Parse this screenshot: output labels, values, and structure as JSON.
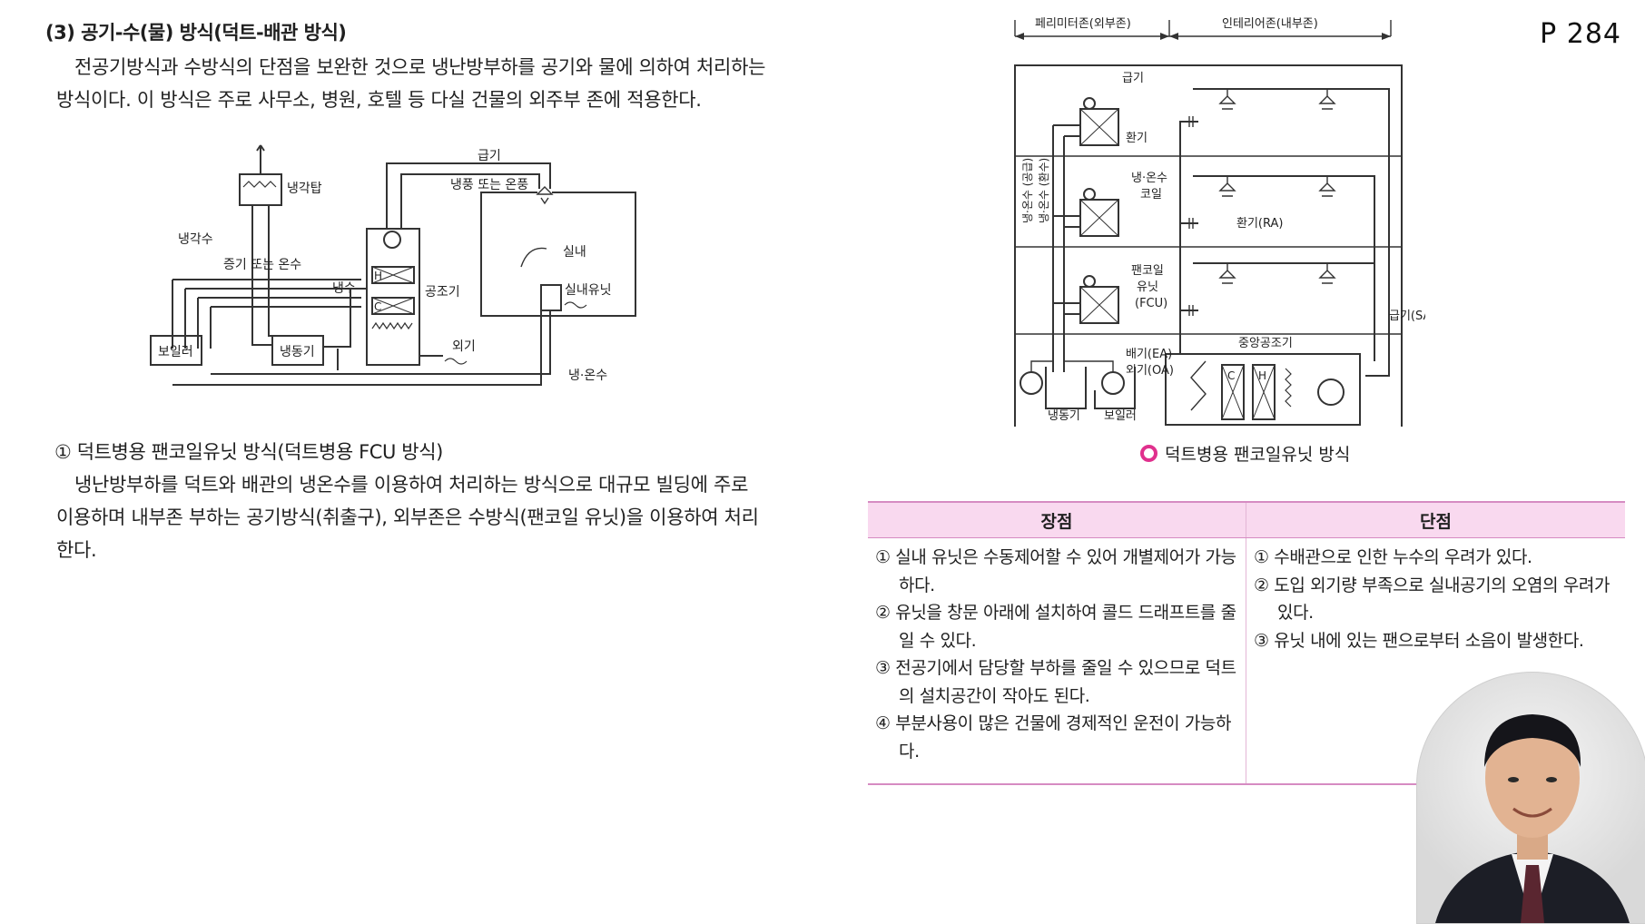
{
  "page_number": "P 284",
  "section": {
    "title": "(3) 공기-수(물) 방식(덕트-배관 방식)",
    "paragraph": [
      "전공기방식과 수방식의 단점을 보완한 것으로 냉난방부하를 공기와 물에 의하여 처리하는",
      "방식이다. 이 방식은 주로 사무소, 병원, 호텔 등 다실 건물의 외주부 존에 적용한다."
    ]
  },
  "diagram1": {
    "labels": {
      "cooling_tower": "냉각탑",
      "cooling_water": "냉각수",
      "steam_or_hot_water": "증기 또는 온수",
      "supply_air": "급기",
      "cool_or_warm_air": "냉풍 또는 온풍",
      "room": "실내",
      "indoor_unit": "실내유닛",
      "ahu": "공조기",
      "chilled_water": "냉수",
      "boiler": "보일러",
      "chiller": "냉동기",
      "outdoor_air": "외기",
      "chilled_hot_water": "냉·온수",
      "coil_c": "C",
      "coil_h": "H"
    }
  },
  "subsection": {
    "title": "① 덕트병용 팬코일유닛 방식(덕트병용 FCU 방식)",
    "paragraph": [
      "냉난방부하를 덕트와 배관의 냉온수를 이용하여 처리하는 방식으로 대규모 빌딩에 주로",
      "이용하며 내부존 부하는 공기방식(취출구), 외부존은 수방식(팬코일 유닛)을 이용하여 처리",
      "한다."
    ]
  },
  "diagram2": {
    "labels": {
      "perimeter_zone": "페리미터존(외부존)",
      "interior_zone": "인테리어존(내부존)",
      "supply": "급기",
      "ventilation": "환기",
      "coil": "냉·온수\n코일",
      "return_ra": "환기(RA)",
      "fcu": "팬코일\n유닛\n(FCU)",
      "supply_sa": "급기(SA)",
      "central_ahu": "중앙공조기",
      "exhaust_ea": "배기(EA)",
      "outdoor_oa": "외기(OA)",
      "chiller": "냉동기",
      "boiler": "보일러",
      "supply_water": "냉·온수 (공급)",
      "return_water": "냉·온수 (환수)",
      "coil_c": "C",
      "coil_h": "H"
    },
    "caption": "덕트병용 팬코일유닛 방식"
  },
  "comparison_table": {
    "headers": [
      "장점",
      "단점"
    ],
    "advantages": [
      "① 실내 유닛은 수동제어할 수 있어 개별제어가 가능하다.",
      "② 유닛을 창문 아래에 설치하여 콜드 드래프트를 줄일 수 있다.",
      "③ 전공기에서 담당할 부하를 줄일 수 있으므로 덕트의 설치공간이 작아도 된다.",
      "④ 부분사용이 많은 건물에 경제적인 운전이 가능하다."
    ],
    "disadvantages": [
      "① 수배관으로 인한 누수의 우려가 있다.",
      "② 도입 외기량 부족으로 실내공기의 오염의 우려가 있다.",
      "③ 유닛 내에 있는 팬으로부터 소음이 발생한다."
    ]
  },
  "colors": {
    "accent": "#e0308d",
    "table_header": "#f9d9ef",
    "table_rule": "#d68bc2"
  }
}
